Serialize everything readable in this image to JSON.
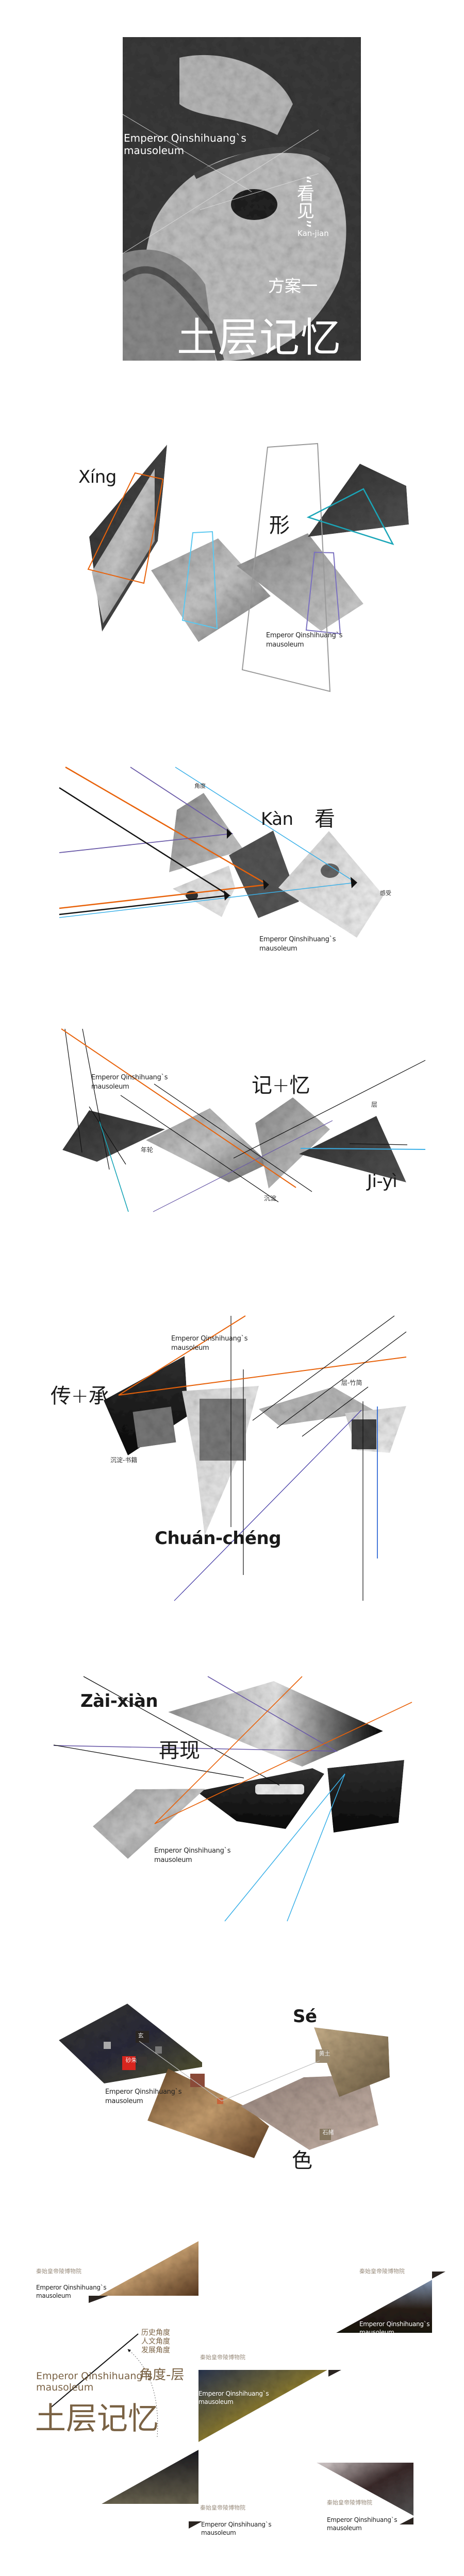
{
  "cover": {
    "caption_line1": "Emperor Qinshihuang`s",
    "caption_line2": "mausoleum",
    "quote": "“看见”",
    "quote_pinyin": "Kan-jian",
    "scheme": "方案一",
    "title": "土层记忆"
  },
  "xing": {
    "pinyin": "Xíng",
    "hanzi": "形",
    "caption_line1": "Emperor Qinshihuang`s",
    "caption_line2": "mausoleum"
  },
  "kan": {
    "pinyin": "Kàn",
    "hanzi": "看",
    "label_angle": "角度",
    "label_feeling": "感受",
    "caption_line1": "Emperor Qinshihuang`s",
    "caption_line2": "mausoleum"
  },
  "jiyi": {
    "pinyin": "Ji-yì",
    "hanzi": "记+忆",
    "label_rings": "年轮",
    "label_sediment": "沉淀",
    "label_layer": "层",
    "caption_line1": "Emperor Qinshihuang`s",
    "caption_line2": "mausoleum"
  },
  "chuancheng": {
    "pinyin": "Chuán-chéng",
    "hanzi": "传+承",
    "label_books": "沉淀-书籍",
    "label_bamboo": "层-竹简",
    "caption_line1": "Emperor Qinshihuang`s",
    "caption_line2": "mausoleum"
  },
  "zaixian": {
    "pinyin": "Zài-xiàn",
    "hanzi": "再现",
    "caption_line1": "Emperor Qinshihuang`s",
    "caption_line2": "mausoleum"
  },
  "se": {
    "pinyin": "Sé",
    "hanzi": "色",
    "caption_line1": "Emperor Qinshihuang`s",
    "caption_line2": "mausoleum",
    "swatches": [
      {
        "label": "玄",
        "color": "#2a2522"
      },
      {
        "label": "朱砂",
        "color": "#d8251e"
      },
      {
        "label": "土黄",
        "color": "#9a8a70"
      },
      {
        "label": "赭石",
        "color": "#857760"
      }
    ]
  },
  "finale": {
    "museum": "秦始皇帝陵博物院",
    "caption_line1": "Emperor Qinshihuang`s",
    "caption_line2": "mausoleum",
    "angles": [
      "历史角度",
      "人文角度",
      "发展角度"
    ],
    "angle_layer": "角度-层",
    "title": "土层记忆",
    "accent_color": "#7a6244"
  },
  "colors": {
    "orange": "#e8620a",
    "purple": "#6a5aa8",
    "blue": "#3ab0e8",
    "teal": "#1aa6b8",
    "gray": "#9a9a9a"
  }
}
